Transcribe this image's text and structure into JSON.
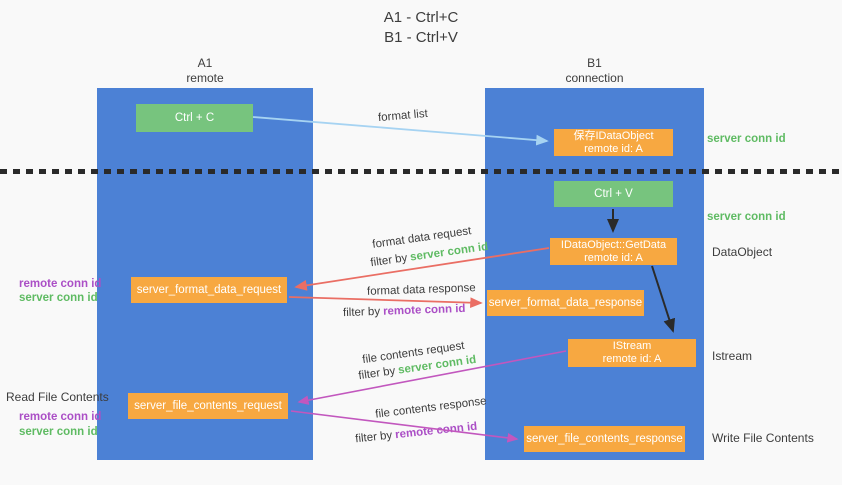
{
  "colors": {
    "bg": "#f9f9f9",
    "column_blue": "#4c81d5",
    "box_green": "#77c47e",
    "box_orange": "#f7a841",
    "text_dark": "#3d3d3d",
    "green_id": "#5fbb63",
    "purple_id": "#ab4fc6",
    "arrow_red": "#ea6e64",
    "arrow_magenta": "#c257be",
    "arrow_blue": "#a6d3f2",
    "arrow_black": "#2a2a2a"
  },
  "title": {
    "line1": "A1 - Ctrl+C",
    "line2": "B1 - Ctrl+V"
  },
  "lifelines": {
    "a1": {
      "name": "A1",
      "subtitle": "remote"
    },
    "b1": {
      "name": "B1",
      "subtitle": "connection"
    }
  },
  "nodes": {
    "ctrl_c": {
      "label": "Ctrl + C"
    },
    "ctrl_v": {
      "label": "Ctrl + V"
    },
    "save_dataobject": {
      "line1": "保存IDataObject",
      "line2": "remote id: A"
    },
    "getdata": {
      "line1": "IDataObject::GetData",
      "line2": "remote id: A"
    },
    "istream": {
      "line1": "IStream",
      "line2": "remote id: A"
    },
    "server_format_data_request": {
      "label": "server_format_data_request"
    },
    "server_format_data_response": {
      "label": "server_format_data_response"
    },
    "server_file_contents_request": {
      "label": "server_file_contents_request"
    },
    "server_file_contents_response": {
      "label": "server_file_contents_response"
    }
  },
  "messages": {
    "format_list": "format list",
    "format_data_request": "format data request",
    "format_data_response": "format data response",
    "file_contents_request": "file contents request",
    "file_contents_response": "file contents response",
    "filter_by": "filter by",
    "server_conn_id": "server conn id",
    "remote_conn_id": "remote conn id"
  },
  "side_labels": {
    "right_server_conn_id_1": "server conn id",
    "right_server_conn_id_2": "server conn id",
    "dataobject": "DataObject",
    "istream": "Istream",
    "write_file_contents": "Write File Contents",
    "read_file_contents": "Read File Contents",
    "left_remote_conn_id_1": "remote conn id",
    "left_server_conn_id_1": "server conn id",
    "left_remote_conn_id_2": "remote conn id",
    "left_server_conn_id_2": "server conn id"
  }
}
